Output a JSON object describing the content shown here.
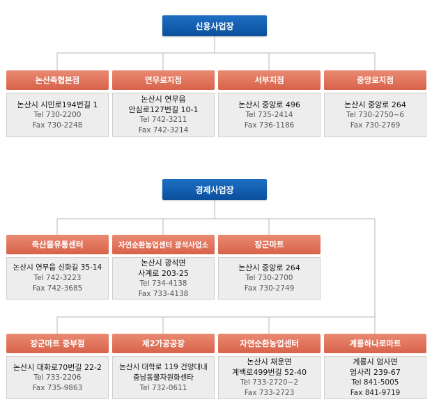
{
  "section1": {
    "title": "신용사업장",
    "nodes": [
      {
        "name": "논산축협본점",
        "addr": "논산시 시민로194번길 1",
        "tel": "Tel 730-2200",
        "fax": "Fax 730-2248"
      },
      {
        "name": "연무로지점",
        "addr": "논산시 연무읍\n안심로127번길 10-1",
        "tel": "Tel 742-3211",
        "fax": "Fax 742-3214"
      },
      {
        "name": "서부지점",
        "addr": "논산시 중앙로 496",
        "tel": "Tel 735-2414",
        "fax": "Fax 736-1186"
      },
      {
        "name": "중앙로지점",
        "addr": "논산시 중앙로 264",
        "tel": "Tel 730-2750~6",
        "fax": "Fax 730-2769"
      }
    ]
  },
  "section2": {
    "title": "경제사업장",
    "nodes": [
      {
        "name": "축산물유통센터",
        "addr": "논산시 연무읍 신화길 35-14",
        "tel": "Tel 742-3223",
        "fax": "Fax 742-3685"
      },
      {
        "name": "자연순환농업센터 광석사업소",
        "addr": "논산시 광석면\n사계로 203-25",
        "tel": "Tel 734-4138",
        "fax": "Fax 733-4138"
      },
      {
        "name": "장군마트",
        "addr": "논산시 중앙로 264",
        "tel": "Tel 730-2700",
        "fax": "Fax 730-2749"
      },
      {
        "name": "장군마트 중부점",
        "addr": "논산시 대화로70번길 22-2",
        "tel": "Tel 733-2206",
        "fax": "Fax 735-9863"
      },
      {
        "name": "제2가공공장",
        "addr": "논산시 대학로 119 건양대내\n충남동물자원화센타",
        "tel": "Tel 732-0611",
        "fax": ""
      },
      {
        "name": "자연순환농업센터",
        "addr": "논산시 채운면\n계백로499번길 52-40",
        "tel": "Tel 733-2720~2",
        "fax": "Fax 733-2723"
      },
      {
        "name": "계룡하나로마트",
        "addr": "계룡시 엄사면\n엄사리 239-67",
        "tel": "Tel 841-5005",
        "fax": "Fax 841-9719"
      }
    ]
  },
  "colors": {
    "head": "#0b4f9c",
    "node_title": "#df6f55",
    "body_bg": "#ededed",
    "connector": "#b5b5b5"
  }
}
